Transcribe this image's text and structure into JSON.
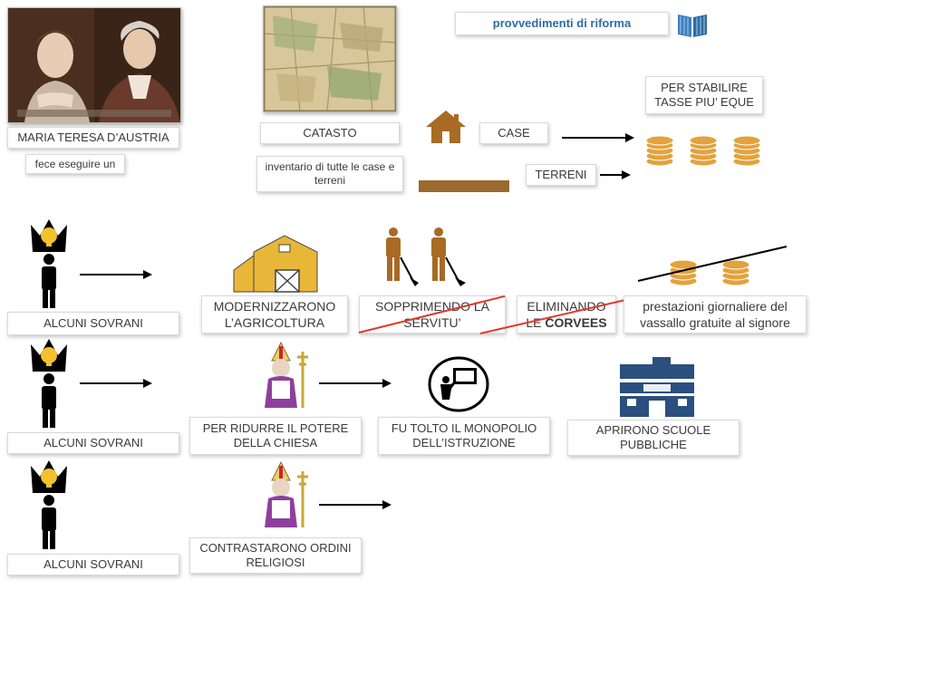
{
  "header": {
    "title": "provvedimenti di riforma",
    "book_icon": "book-icon"
  },
  "top": {
    "portrait_caption": "MARIA TERESA D’AUSTRIA",
    "fece_label": "fece eseguire un",
    "catasto_label": "CATASTO",
    "inventario_label": "inventario di tutte le case e terreni",
    "case_label": "CASE",
    "terreni_label": "TERRENI",
    "tasse_label_line1": "PER STABILIRE",
    "tasse_label_line2": "TASSE PIU’ EQUE"
  },
  "row1": {
    "sovrani_label": "ALCUNI SOVRANI",
    "agricoltura_line1": "MODERNIZZARONO",
    "agricoltura_line2": "L’AGRICOLTURA",
    "servitu_line1": "SOPPRIMENDO LA",
    "servitu_line2": "SERVITU’",
    "corvees_line1": "ELIMINANDO",
    "corvees_line2_prefix": "LE ",
    "corvees_line2_bold": "CORVEES",
    "prestazioni_line1": "prestazioni giornaliere del",
    "prestazioni_line2": "vassallo  gratuite al signore"
  },
  "row2": {
    "sovrani_label": "ALCUNI SOVRANI",
    "chiesa_line1": "PER RIDURRE IL POTERE",
    "chiesa_line2": "DELLA CHIESA",
    "monopolio_line1": "FU TOLTO IL MONOPOLIO",
    "monopolio_line2": "DELL’ISTRUZIONE",
    "scuole_line1": "APRIRONO SCUOLE",
    "scuole_line2": "PUBBLICHE"
  },
  "row3": {
    "sovrani_label": "ALCUNI SOVRANI",
    "ordini_line1": "CONTRASTARONO ORDINI",
    "ordini_line2": "RELIGIOSI"
  },
  "colors": {
    "accent_blue": "#2d6da3",
    "gold": "#e3a23c",
    "house_brown": "#a86a24",
    "strike_red": "#e0392b",
    "school_blue": "#2b4f7e"
  }
}
